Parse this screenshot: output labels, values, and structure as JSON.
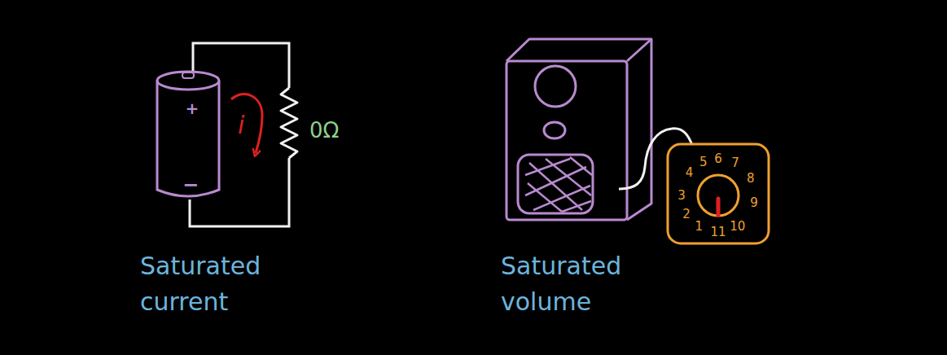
{
  "diagram": {
    "nodes": [
      {
        "text": [
          "+",
          "−"
        ]
      },
      {
        "text": [
          "1",
          "2",
          "3",
          "4",
          "5",
          "6",
          "7",
          "8",
          "9",
          "10",
          "11"
        ]
      }
    ],
    "labels": [
      "i",
      "0Ω",
      "Saturated current",
      "Saturated volume"
    ]
  }
}
